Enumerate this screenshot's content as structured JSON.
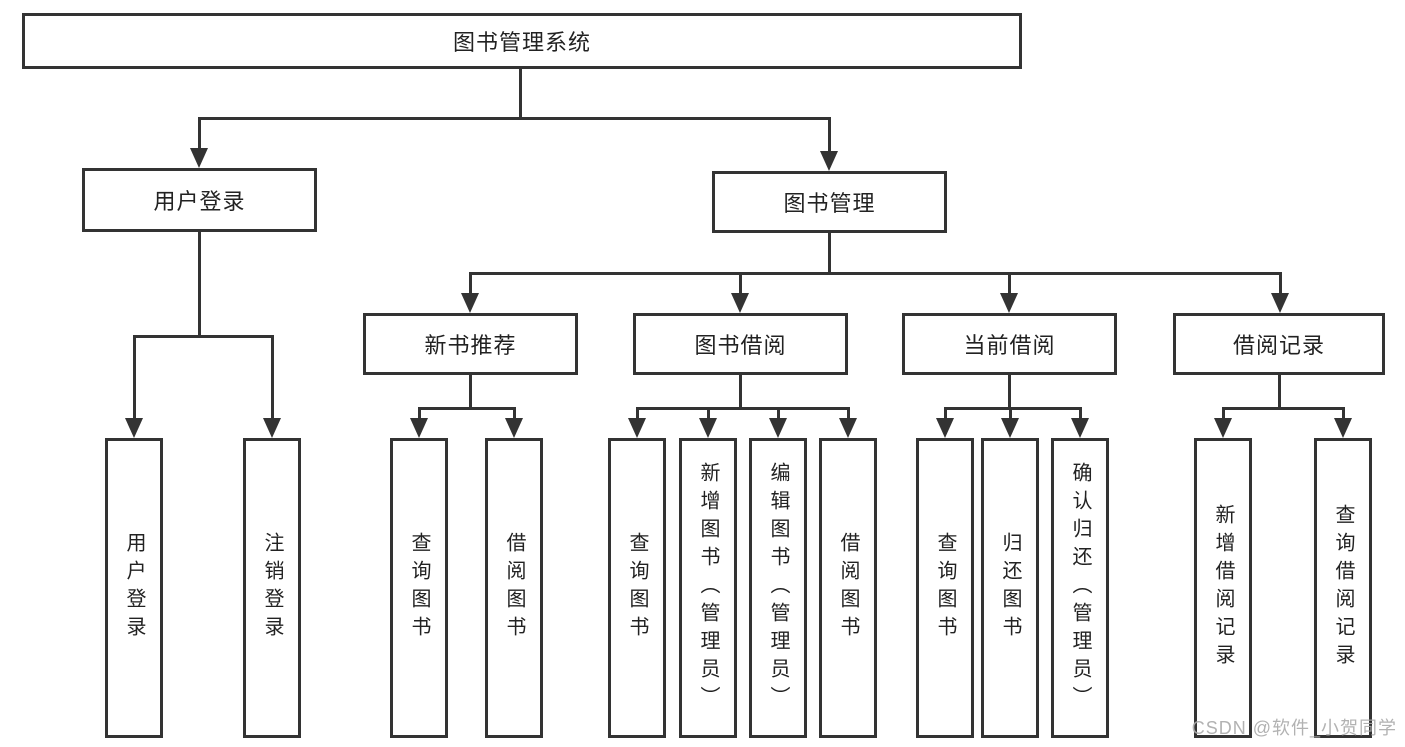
{
  "tree": {
    "label": "图书管理系统",
    "children": [
      {
        "label": "用户登录",
        "children": [
          {
            "label": "用户登录"
          },
          {
            "label": "注销登录"
          }
        ]
      },
      {
        "label": "图书管理",
        "children": [
          {
            "label": "新书推荐",
            "children": [
              {
                "label": "查询图书"
              },
              {
                "label": "借阅图书"
              }
            ]
          },
          {
            "label": "图书借阅",
            "children": [
              {
                "label": "查询图书"
              },
              {
                "label": "新增图书（管理员）"
              },
              {
                "label": "编辑图书（管理员）"
              },
              {
                "label": "借阅图书"
              }
            ]
          },
          {
            "label": "当前借阅",
            "children": [
              {
                "label": "查询图书"
              },
              {
                "label": "归还图书"
              },
              {
                "label": "确认归还（管理员）"
              }
            ]
          },
          {
            "label": "借阅记录",
            "children": [
              {
                "label": "新增借阅记录"
              },
              {
                "label": "查询借阅记录"
              }
            ]
          }
        ]
      }
    ]
  },
  "watermark": "CSDN @软件_小贺同学",
  "colors": {
    "line": "#333333",
    "box_border": "#333333",
    "box_fill": "#ffffff",
    "text": "#222222",
    "watermark": "#aaaaaa"
  }
}
